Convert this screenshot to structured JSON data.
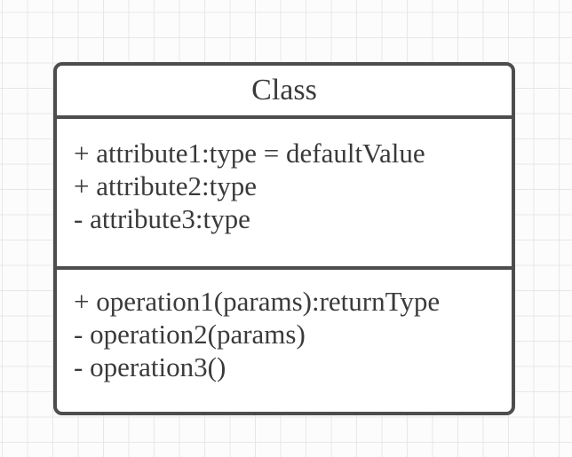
{
  "colors": {
    "canvas-bg": "#fcfcfc",
    "grid-line": "#e7e7e7",
    "box-fill": "#ffffff",
    "border": "#4d4d4d",
    "text": "#3a3a3a"
  },
  "diagram": {
    "class_name": "Class",
    "attributes": [
      "+ attribute1:type = defaultValue",
      "+ attribute2:type",
      "- attribute3:type"
    ],
    "operations": [
      "+ operation1(params):returnType",
      "- operation2(params)",
      "- operation3()"
    ]
  }
}
